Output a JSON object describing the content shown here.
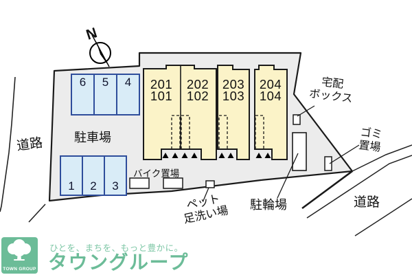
{
  "plan": {
    "compass_label": "N",
    "road_left_label": "道路",
    "road_right_label": "道路",
    "parking_lot_label": "駐車場",
    "bike_area_label": "バイク置場",
    "bicycle_parking_label": "駐輪場",
    "delivery_box_label": {
      "line1": "宅配",
      "line2": "ボックス"
    },
    "garbage_area_label": {
      "line1": "ゴミ",
      "line2": "置場"
    },
    "pet_wash_label": {
      "line1": "ペット",
      "line2": "足洗い場"
    },
    "units": [
      {
        "upper": "201",
        "lower": "101"
      },
      {
        "upper": "202",
        "lower": "102"
      },
      {
        "upper": "203",
        "lower": "103"
      },
      {
        "upper": "204",
        "lower": "104"
      }
    ],
    "parking_spaces_top": [
      "6",
      "5",
      "4"
    ],
    "parking_spaces_bottom": [
      "1",
      "2",
      "3"
    ]
  },
  "footer": {
    "logo_caption": "TOWN GROUP",
    "tagline": "ひとを、まちを、もっと豊かに。",
    "brand_name": "タウングループ"
  },
  "colors": {
    "site_fill": "#ececec",
    "building_fill": "#fbf3c8",
    "parking_fill": "#d9ecf7",
    "parking_border": "#2e4d9b",
    "outline": "#1a1a1a",
    "brand_green": "#6cbc98",
    "tagline_green": "#7ec7a6"
  }
}
